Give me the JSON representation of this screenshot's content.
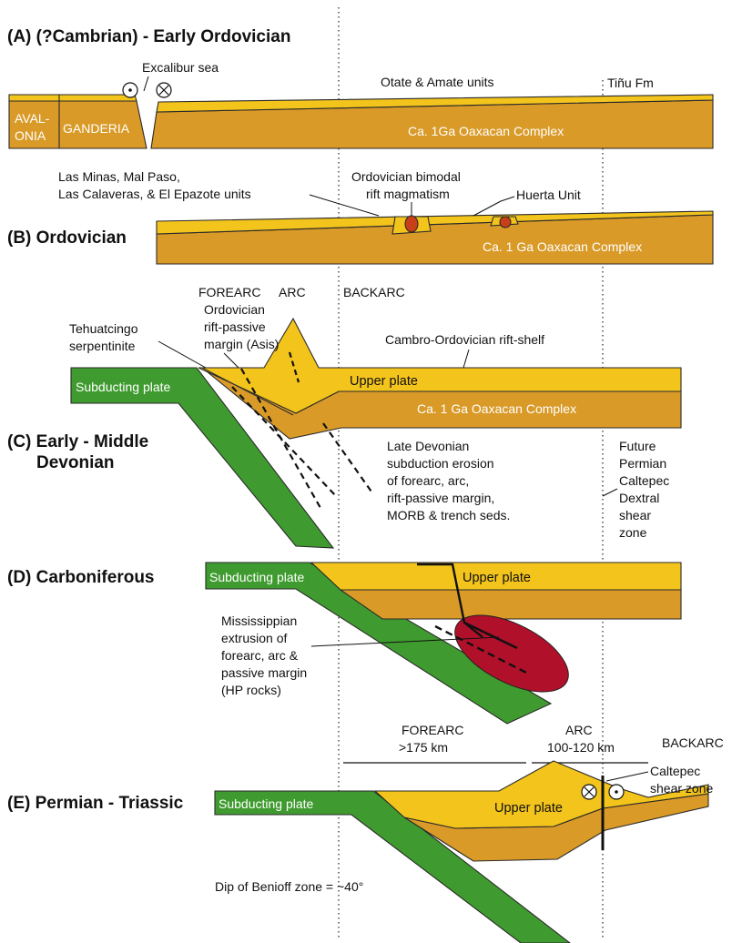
{
  "panels": {
    "a": {
      "heading": "(A) (?Cambrian) - Early Ordovician",
      "labels": {
        "excalibur_sea": "Excalibur sea",
        "otate_amate": "Otate & Amate units",
        "tinu": "Tiñu Fm",
        "avalonia_1": "AVAL-",
        "avalonia_2": "ONIA",
        "ganderia": "GANDERIA",
        "complex": "Ca. 1Ga Oaxacan Complex"
      }
    },
    "b": {
      "heading": "(B) Ordovician",
      "labels": {
        "units_1": "Las Minas, Mal Paso,",
        "units_2": "Las Calaveras, & El Epazote units",
        "bimodal_1": "Ordovician bimodal",
        "bimodal_2": "rift magmatism",
        "huerta": "Huerta Unit",
        "complex": "Ca. 1 Ga Oaxacan Complex"
      }
    },
    "c": {
      "heading_1": "(C) Early - Middle",
      "heading_2": "Devonian",
      "labels": {
        "forearc": "FOREARC",
        "arc": "ARC",
        "backarc": "BACKARC",
        "ordovician_1": "Ordovician",
        "ordovician_2": "rift-passive",
        "ordovician_3": "margin (Asis)",
        "tehuatcingo_1": "Tehuatcingo",
        "tehuatcingo_2": "serpentinite",
        "rift_shelf": "Cambro-Ordovician rift-shelf",
        "subducting": "Subducting plate",
        "upper_plate": "Upper plate",
        "complex": "Ca. 1 Ga Oaxacan Complex",
        "erosion_1": "Late Devonian",
        "erosion_2": "subduction erosion",
        "erosion_3": "of forearc, arc,",
        "erosion_4": "rift-passive margin,",
        "erosion_5": "MORB & trench seds.",
        "future_1": "Future",
        "future_2": "Permian",
        "future_3": "Caltepec",
        "future_4": "Dextral",
        "future_5": "shear",
        "future_6": "zone"
      }
    },
    "d": {
      "heading": "(D) Carboniferous",
      "labels": {
        "subducting": "Subducting plate",
        "upper_plate": "Upper plate",
        "miss_1": "Mississippian",
        "miss_2": "extrusion of",
        "miss_3": "forearc, arc &",
        "miss_4": "passive margin",
        "miss_5": "(HP rocks)"
      }
    },
    "e": {
      "heading": "(E) Permian - Triassic",
      "labels": {
        "forearc_1": "FOREARC",
        "forearc_2": ">175  km",
        "arc_1": "ARC",
        "arc_2": "100-120 km",
        "backarc": "BACKARC",
        "caltepec_1": "Caltepec",
        "caltepec_2": "shear zone",
        "subducting": "Subducting plate",
        "upper_plate": "Upper plate",
        "benioff": "Dip of Benioff zone = ~40°"
      }
    }
  },
  "symbols": {
    "out_of_page": "⊙",
    "into_page": "⊗"
  },
  "colors": {
    "yellow": "#f3c41c",
    "orange": "#d99a28",
    "green": "#3f9b2f",
    "magenta": "#b0102a",
    "red_body": "#c8401a"
  }
}
